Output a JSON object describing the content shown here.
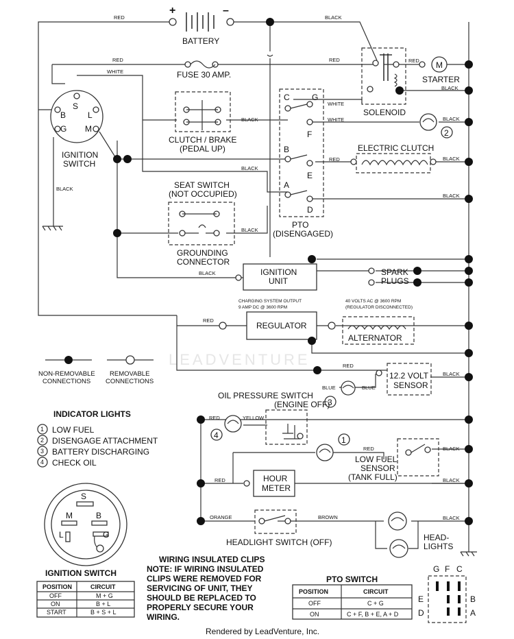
{
  "wires": {
    "red": "RED",
    "black": "BLACK",
    "white": "WHITE",
    "blue": "BLUE",
    "yellow": "YELLOW",
    "orange": "ORANGE",
    "brown": "BROWN"
  },
  "components": {
    "battery": "BATTERY",
    "fuse": "FUSE 30 AMP.",
    "starter": "STARTER",
    "solenoid": "SOLENOID",
    "starter_m": "M",
    "clutch_brake_1": "CLUTCH / BRAKE",
    "clutch_brake_2": "(PEDAL UP)",
    "ignition_switch_1": "IGNITION",
    "ignition_switch_2": "SWITCH",
    "electric_clutch": "ELECTRIC CLUTCH",
    "seat_switch_1": "SEAT SWITCH",
    "seat_switch_2": "(NOT OCCUPIED)",
    "grounding_1": "GROUNDING",
    "grounding_2": "CONNECTOR",
    "pto_1": "PTO",
    "pto_2": "(DISENGAGED)",
    "ignition_unit_1": "IGNITION",
    "ignition_unit_2": "UNIT",
    "spark_1": "SPARK",
    "spark_2": "PLUGS",
    "charging_1": "CHARGING SYSTEM OUTPUT",
    "charging_2": "9 AMP DC @ 3600 RPM",
    "volts_1": "40 VOLTS AC @ 3600 RPM",
    "volts_2": "(REGULATOR DISCONNECTED)",
    "regulator": "REGULATOR",
    "alternator": "ALTERNATOR",
    "sensor_1": "12.2 VOLT",
    "sensor_2": "SENSOR",
    "oil_1": "OIL PRESSURE SWITCH",
    "oil_2": "(ENGINE OFF)",
    "lowfuel_1": "LOW FUEL",
    "lowfuel_2": "SENSOR",
    "lowfuel_3": "(TANK FULL)",
    "hour_1": "HOUR",
    "hour_2": "METER",
    "headlight_switch": "HEADLIGHT SWITCH (OFF)",
    "headlights_1": "HEAD-",
    "headlights_2": "LIGHTS"
  },
  "ign_terminals": {
    "s": "S",
    "b": "B",
    "l": "L",
    "g": "G",
    "m": "M"
  },
  "pto_terminals": {
    "c": "C",
    "g": "G",
    "f": "F",
    "b": "B",
    "e": "E",
    "a": "A",
    "d": "D"
  },
  "legend": {
    "non_removable_1": "NON-REMOVABLE",
    "non_removable_2": "CONNECTIONS",
    "removable_1": "REMOVABLE",
    "removable_2": "CONNECTIONS"
  },
  "indicator_lights": {
    "title": "INDICATOR LIGHTS",
    "items": [
      {
        "num": "1",
        "label": "LOW FUEL"
      },
      {
        "num": "2",
        "label": "DISENGAGE ATTACHMENT"
      },
      {
        "num": "3",
        "label": "BATTERY DISCHARGING"
      },
      {
        "num": "4",
        "label": "CHECK OIL"
      }
    ]
  },
  "ignition_table": {
    "title": "IGNITION SWITCH",
    "headers": [
      "POSITION",
      "CIRCUIT"
    ],
    "rows": [
      [
        "OFF",
        "M + G"
      ],
      [
        "ON",
        "B + L"
      ],
      [
        "START",
        "B + S + L"
      ]
    ]
  },
  "clips_note": {
    "title": "WIRING INSULATED CLIPS",
    "lines": [
      "NOTE: IF WIRING INSULATED",
      "CLIPS WERE REMOVED FOR",
      "SERVICING OF UNIT, THEY",
      "SHOULD BE REPLACED TO",
      "PROPERLY SECURE YOUR",
      "WIRING."
    ]
  },
  "pto_table": {
    "title": "PTO SWITCH",
    "headers": [
      "POSITION",
      "CIRCUIT"
    ],
    "rows": [
      [
        "OFF",
        "C + G"
      ],
      [
        "ON",
        "C + F, B + E, A + D"
      ]
    ]
  },
  "pto_pin": {
    "top": [
      "G",
      "F",
      "C"
    ],
    "left": [
      "E",
      "D"
    ],
    "right": [
      "B",
      "A"
    ]
  },
  "watermark": "LEADVENTURE",
  "footer": "Rendered by LeadVenture, Inc."
}
